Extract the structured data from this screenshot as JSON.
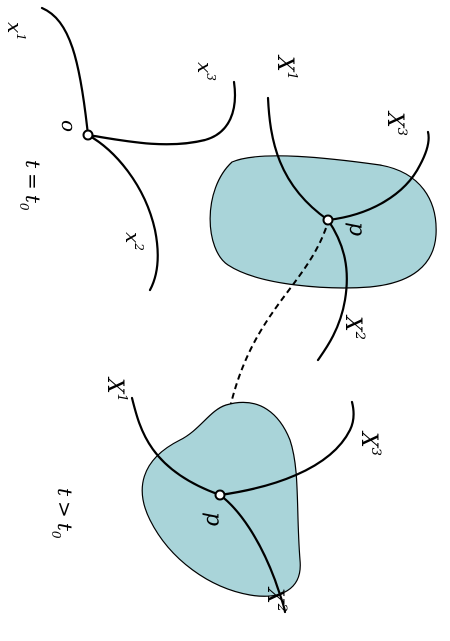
{
  "colors": {
    "region_fill": "#a9d4d9",
    "stroke": "#000000",
    "background": "#ffffff"
  },
  "reference": {
    "origin_label": "o",
    "curve_labels": [
      {
        "base": "x",
        "index": "1"
      },
      {
        "base": "x",
        "index": "2"
      },
      {
        "base": "x",
        "index": "3"
      }
    ],
    "time_label": {
      "t": "t",
      "rel": "=",
      "t0": "t",
      "sub": "0"
    }
  },
  "upper_region": {
    "point_label": "p",
    "curve_labels": [
      {
        "base": "X",
        "index": "1"
      },
      {
        "base": "X",
        "index": "2"
      },
      {
        "base": "X",
        "index": "3"
      }
    ]
  },
  "lower_region": {
    "point_label": "p",
    "curve_labels": [
      {
        "base": "X",
        "index": "1"
      },
      {
        "base": "X",
        "index": "2"
      },
      {
        "base": "X",
        "index": "3"
      }
    ],
    "time_label": {
      "t": "t",
      "rel": ">",
      "t0": "t",
      "sub": "0"
    }
  },
  "arrow_style": "dashed"
}
